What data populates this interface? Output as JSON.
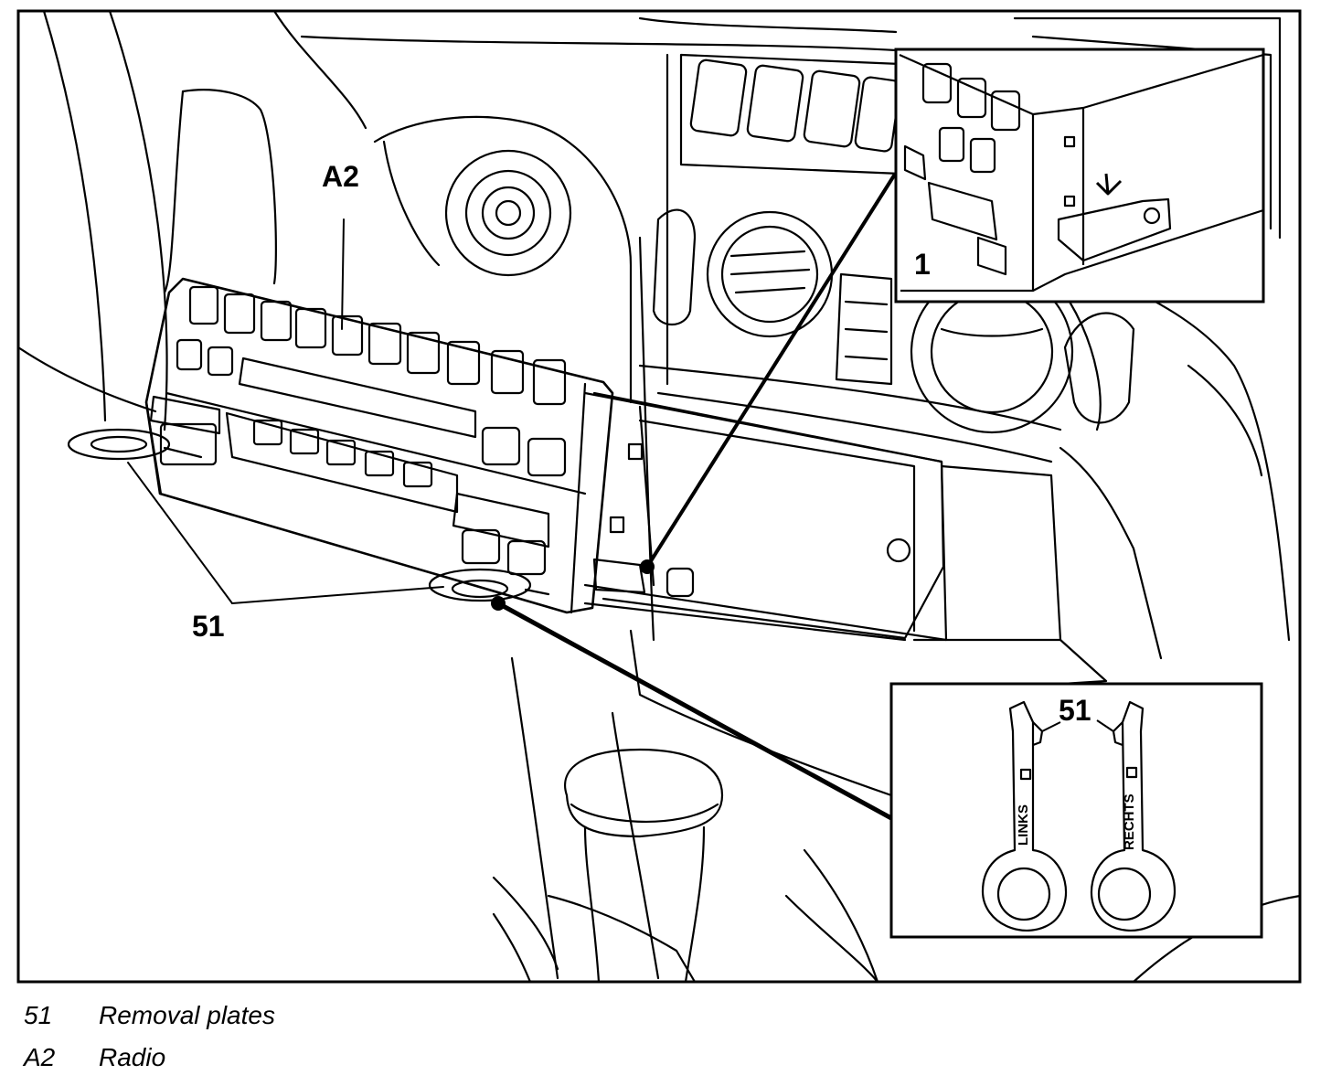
{
  "figure": {
    "callouts": {
      "radio": "A2",
      "removal_plates": "51",
      "detail_step": "1",
      "inset_removal_plates": "51"
    },
    "tool_labels": {
      "left": "LINKS",
      "right": "RECHTS"
    }
  },
  "legend": [
    {
      "key": "51",
      "desc": "Removal plates"
    },
    {
      "key": "A2",
      "desc": "Radio"
    }
  ]
}
